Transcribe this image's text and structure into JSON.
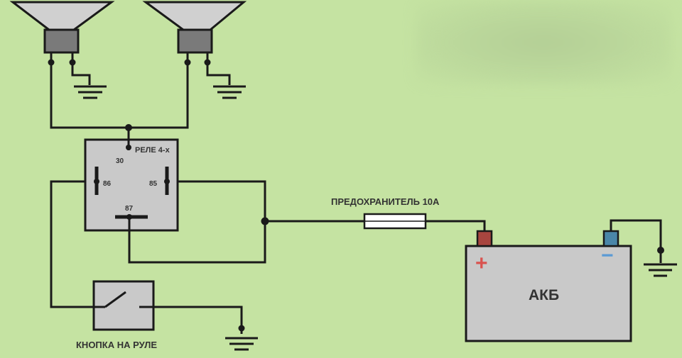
{
  "diagram": {
    "relay_label": "РЕЛЕ 4-х",
    "pins": {
      "p30": "30",
      "p86": "86",
      "p85": "85",
      "p87": "87"
    },
    "fuse_label": "ПРЕДОХРАНИТЕЛЬ 10А",
    "battery_label": "АКБ",
    "plus_sign": "+",
    "minus_sign": "−",
    "button_label": "КНОПКА НА РУЛЕ"
  },
  "colors": {
    "background": "#c5e3a2",
    "wire": "#1a1a1a",
    "component_fill": "#c9c9c9",
    "battery_plus_terminal": "#a8453f",
    "battery_minus_terminal": "#4a86a8",
    "plus_sign": "#d9534f",
    "minus_sign": "#5b9bd5"
  },
  "icons": [
    "horn-icon",
    "ground-icon",
    "relay-icon",
    "fuse-icon",
    "battery-icon",
    "switch-icon"
  ]
}
